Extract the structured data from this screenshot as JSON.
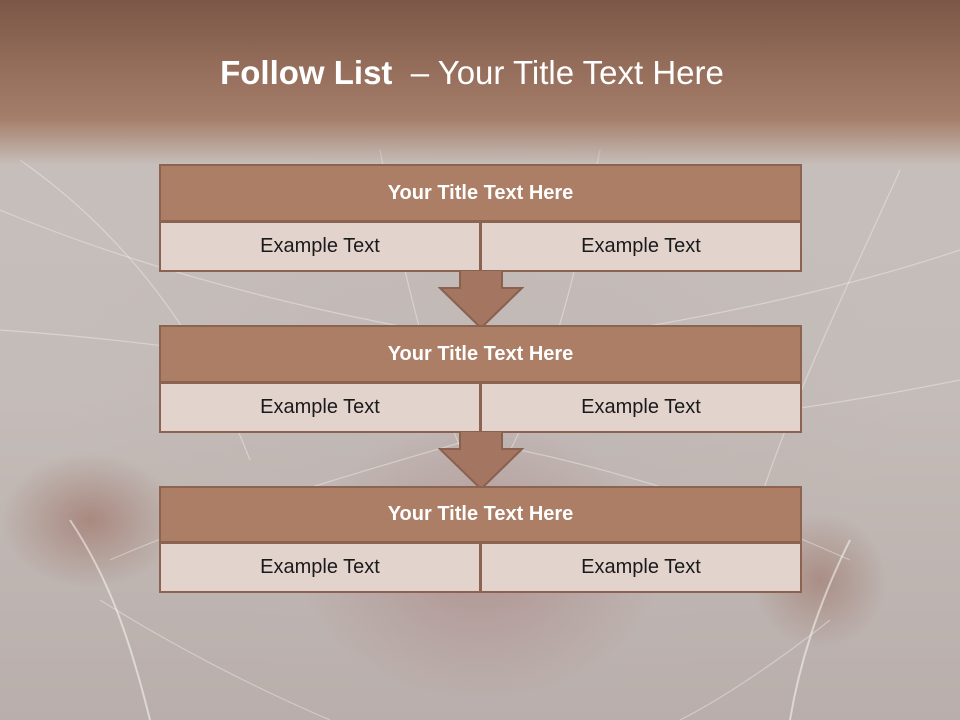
{
  "slide": {
    "title_strong": "Follow List",
    "title_rest": "– Your Title Text Here"
  },
  "steps": [
    {
      "title": "Your Title Text Here",
      "left": "Example Text",
      "right": "Example Text"
    },
    {
      "title": "Your Title Text Here",
      "left": "Example Text",
      "right": "Example Text"
    },
    {
      "title": "Your Title Text Here",
      "left": "Example Text",
      "right": "Example Text"
    }
  ],
  "colors": {
    "header": "#8f6a59",
    "title_bar": "#ac7e66",
    "cell": "#e2d3cd",
    "border": "#8c6250",
    "arrow": "#a47560"
  }
}
